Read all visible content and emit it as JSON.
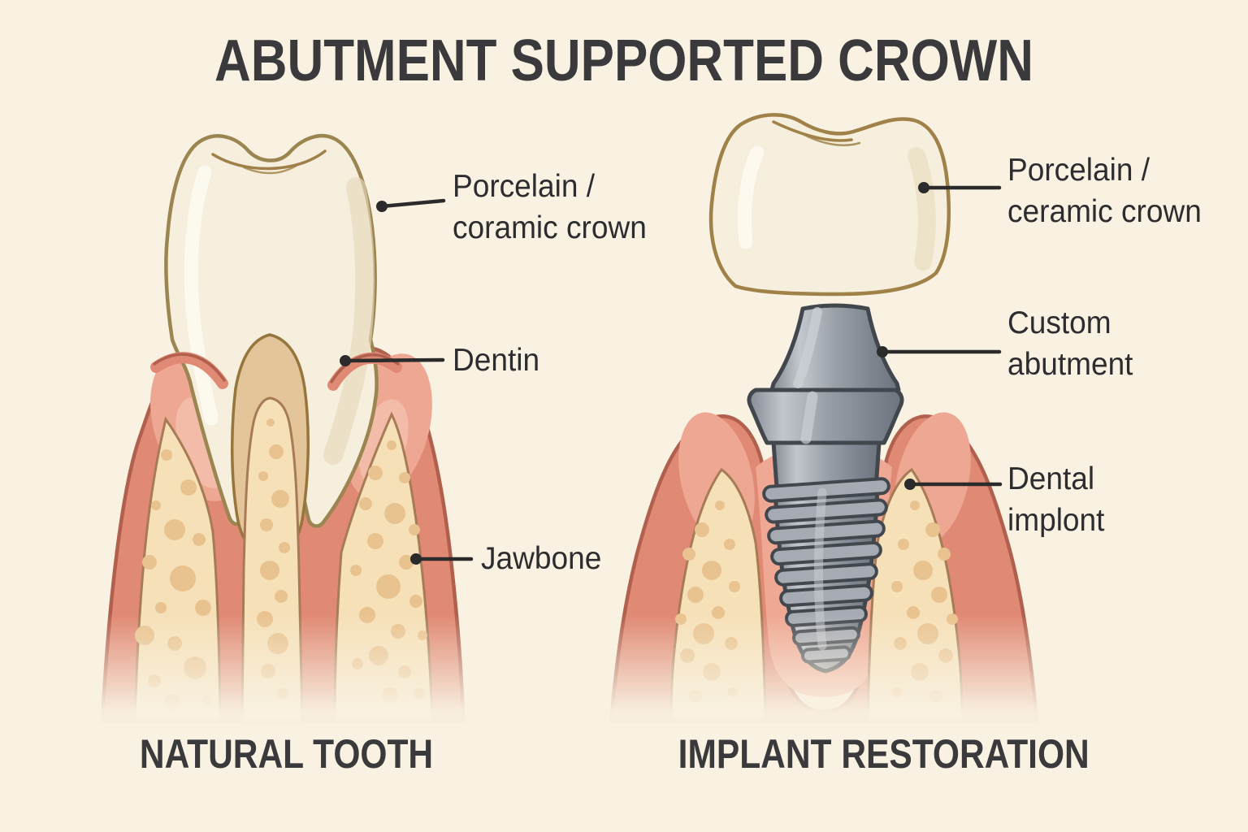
{
  "title": "ABUTMENT SUPPORTED CROWN",
  "left_panel": {
    "caption": "NATURAL TOOTH",
    "labels": {
      "crown": {
        "line1": "Porcelain /",
        "line2": "coramic crown"
      },
      "dentin": {
        "line1": "Dentin"
      },
      "jawbone": {
        "line1": "Jawbone"
      }
    }
  },
  "right_panel": {
    "caption": "IMPLANT RESTORATION",
    "labels": {
      "crown": {
        "line1": "Porcelain /",
        "line2": "ceramic crown"
      },
      "abutment": {
        "line1": "Custom",
        "line2": "abutment"
      },
      "implant": {
        "line1": "Dental",
        "line2": "implont"
      }
    }
  },
  "colors": {
    "background": "#f9f2e3",
    "text": "#2d2d2f",
    "heading": "#3a3a3c",
    "tooth_fill": "#f6efdd",
    "tooth_outline": "#9b8551",
    "gum_fill": "#e08974",
    "gum_outline": "#b2604e",
    "bone_fill": "#f6e0b8",
    "bone_spot": "#e9c38f",
    "dentin_fill": "#e4c59a",
    "implant_gray": "#9aa0a8",
    "implant_outline": "#42474e",
    "leader_line": "#2b2b2b"
  }
}
